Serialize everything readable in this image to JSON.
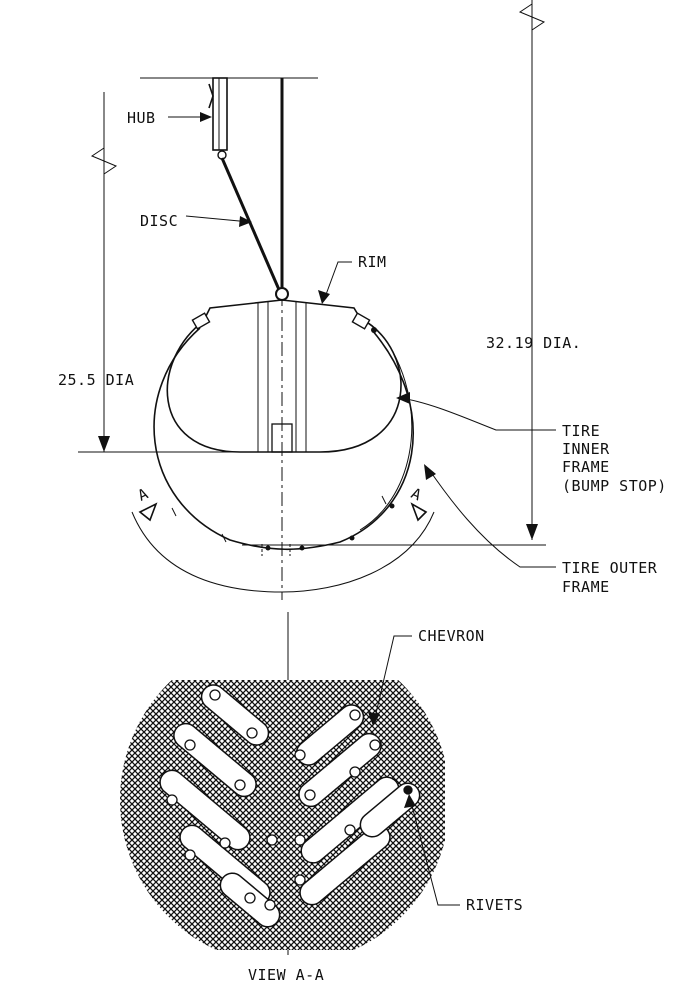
{
  "labels": {
    "hub": "HUB",
    "disc": "DISC",
    "rim": "RIM",
    "diameter_outer": "32.19 DIA.",
    "diameter_inner": "25.5 DIA",
    "tire_inner_frame": [
      "TIRE",
      "INNER",
      "FRAME",
      "(BUMP STOP)"
    ],
    "tire_outer_frame": [
      "TIRE OUTER",
      "FRAME"
    ],
    "section_marker": "A",
    "chevron": "CHEVRON",
    "rivets": "RIVETS",
    "view_title": "VIEW A-A"
  },
  "colors": {
    "ink": "#111111",
    "background": "#ffffff"
  }
}
